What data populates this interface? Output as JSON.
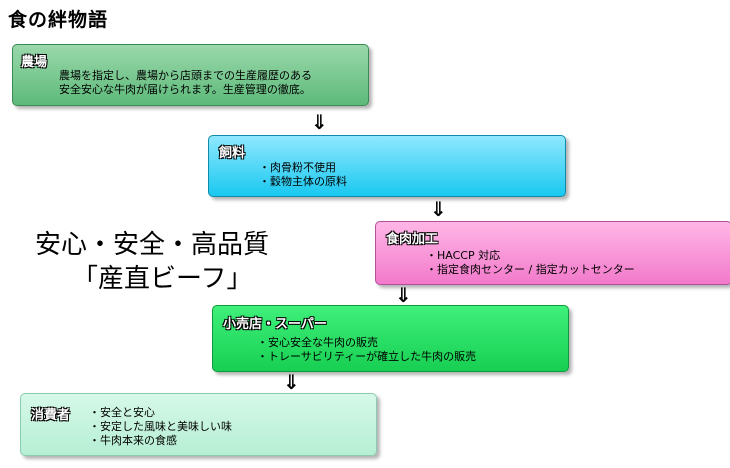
{
  "title": "食の絆物語",
  "slogan": {
    "line1": "安心・安全・高品質",
    "line2": "「産直ビーフ」"
  },
  "stages": [
    {
      "heading": "農場",
      "lines": [
        "農場を指定し、農場から店頭までの生産履歴のある",
        "安全安心な牛肉が届けられます。生産管理の徹底。"
      ]
    },
    {
      "heading": "飼料",
      "lines": [
        "・肉骨粉不使用",
        "・穀物主体の原料"
      ]
    },
    {
      "heading": "食肉加工",
      "lines": [
        "・HACCP 対応",
        "・指定食肉センター / 指定カットセンター"
      ]
    },
    {
      "heading": "小売店・スーパー",
      "lines": [
        "・安心安全な牛肉の販売",
        "・トレーサビリティーが確立した牛肉の販売"
      ]
    },
    {
      "heading": "消費者",
      "lines": [
        "・安全と安心",
        "・安定した風味と美味しい味",
        "・牛肉本来の食感"
      ]
    }
  ],
  "arrow_glyph": "⇓",
  "colors": {
    "farm": "#6ec488",
    "feed": "#2fd0f5",
    "processing": "#f58fd3",
    "retail": "#22dd5f",
    "consumer": "#c4f3dd"
  }
}
